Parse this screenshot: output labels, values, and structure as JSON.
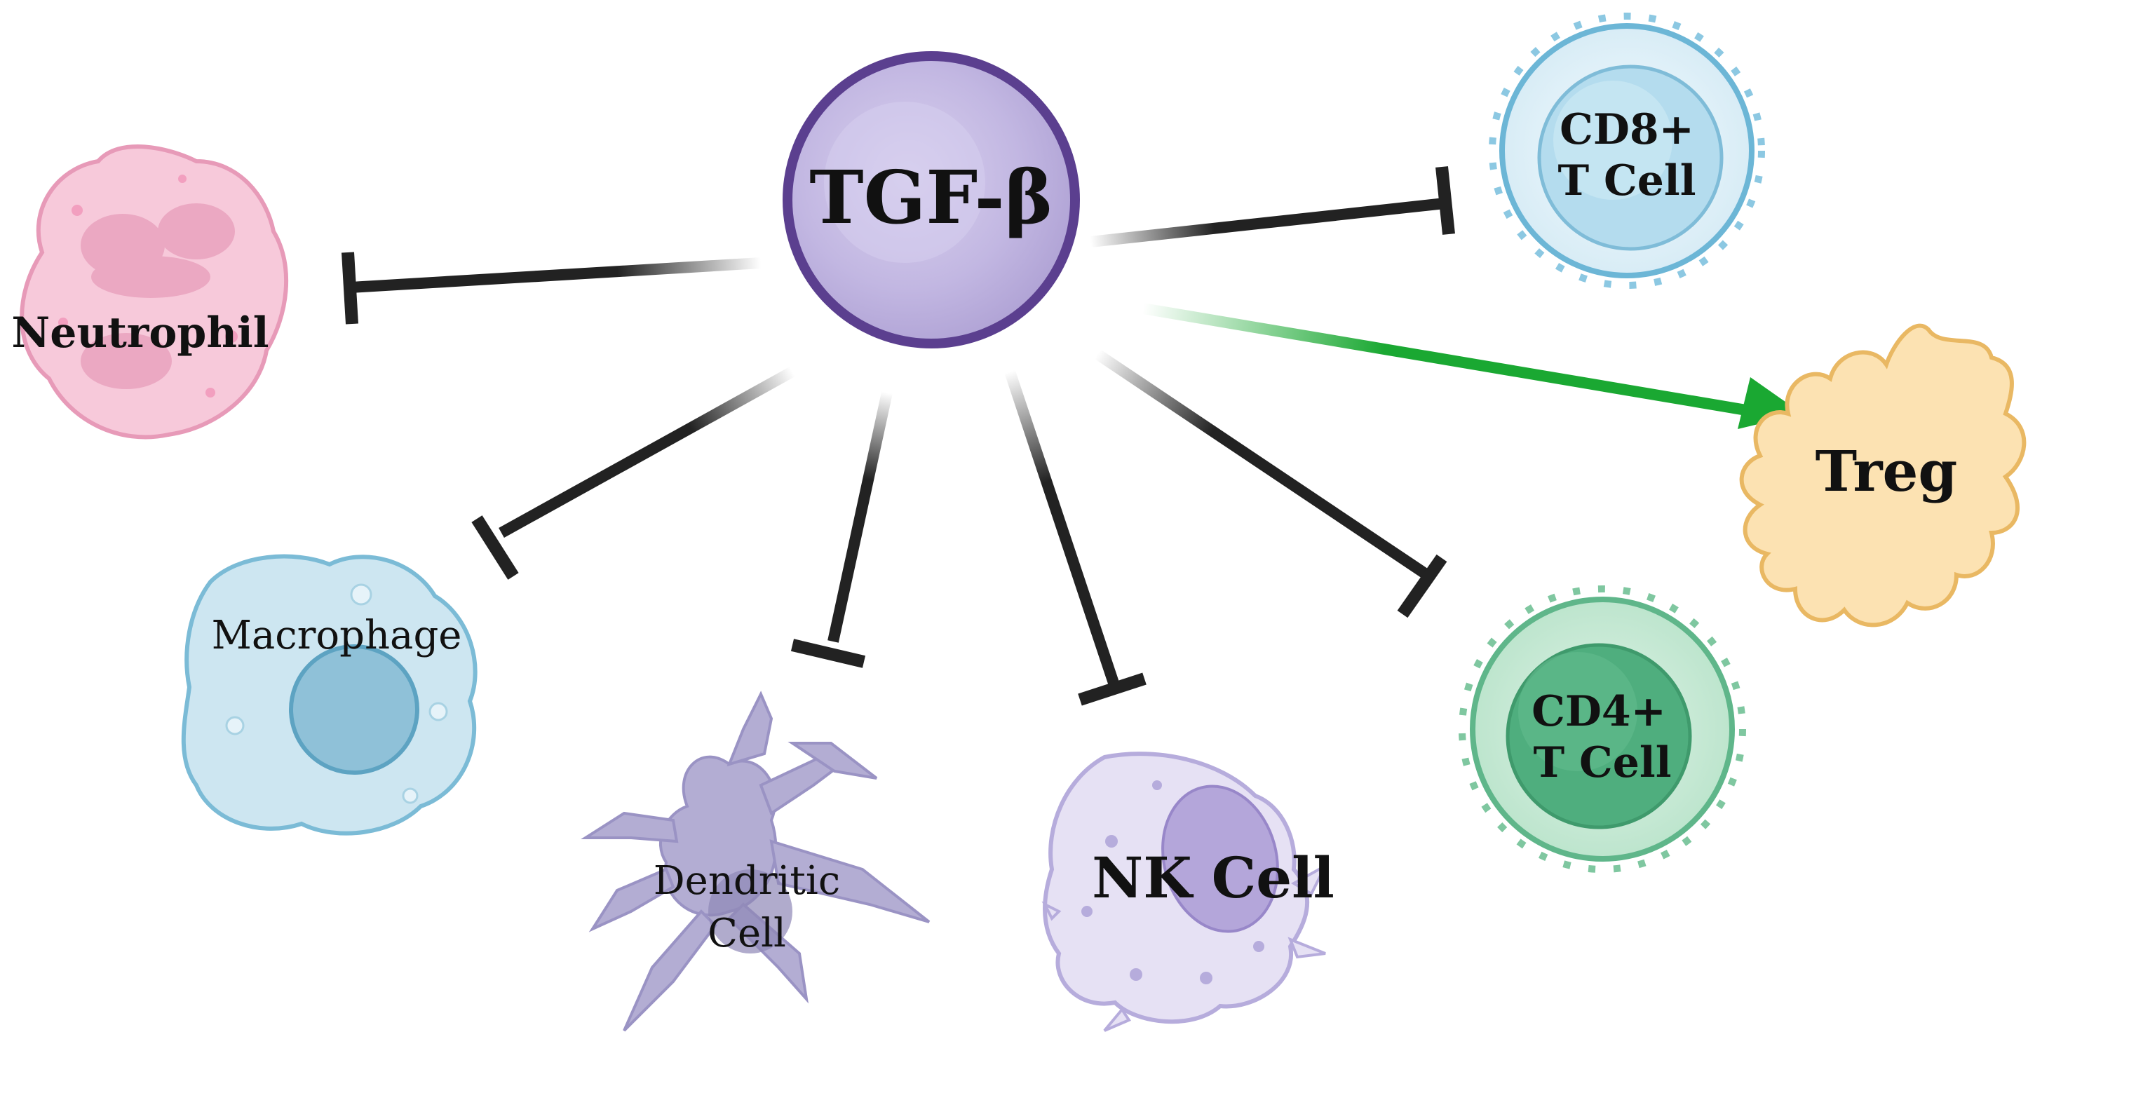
{
  "hub": {
    "label": "TGF-β"
  },
  "cells": {
    "neutrophil": {
      "label": "Neutrophil"
    },
    "macrophage": {
      "label": "Macrophage"
    },
    "dendritic": {
      "line1": "Dendritic",
      "line2": "Cell"
    },
    "nk": {
      "label": "NK Cell"
    },
    "cd4": {
      "line1": "CD4+",
      "line2": "T Cell"
    },
    "cd8": {
      "line1": "CD8+",
      "line2": "T Cell"
    },
    "treg": {
      "label": "Treg"
    }
  },
  "relations": [
    {
      "target": "Neutrophil",
      "effect": "inhibits"
    },
    {
      "target": "Macrophage",
      "effect": "inhibits"
    },
    {
      "target": "Dendritic Cell",
      "effect": "inhibits"
    },
    {
      "target": "NK Cell",
      "effect": "inhibits"
    },
    {
      "target": "CD4+ T Cell",
      "effect": "inhibits"
    },
    {
      "target": "CD8+ T Cell",
      "effect": "inhibits"
    },
    {
      "target": "Treg",
      "effect": "promotes"
    }
  ],
  "colors": {
    "inhibit": "#222222",
    "promote": "#1aa832",
    "hub_fill": "#b6aad8",
    "hub_stroke": "#5b3f8f",
    "neutrophil": "#f6c6d8",
    "macrophage": "#c7e2ee",
    "dendritic": "#b3add3",
    "nk": "#e3def2",
    "cd4": "#9fd7ba",
    "cd8": "#dff0f8",
    "treg": "#fde2b0"
  }
}
